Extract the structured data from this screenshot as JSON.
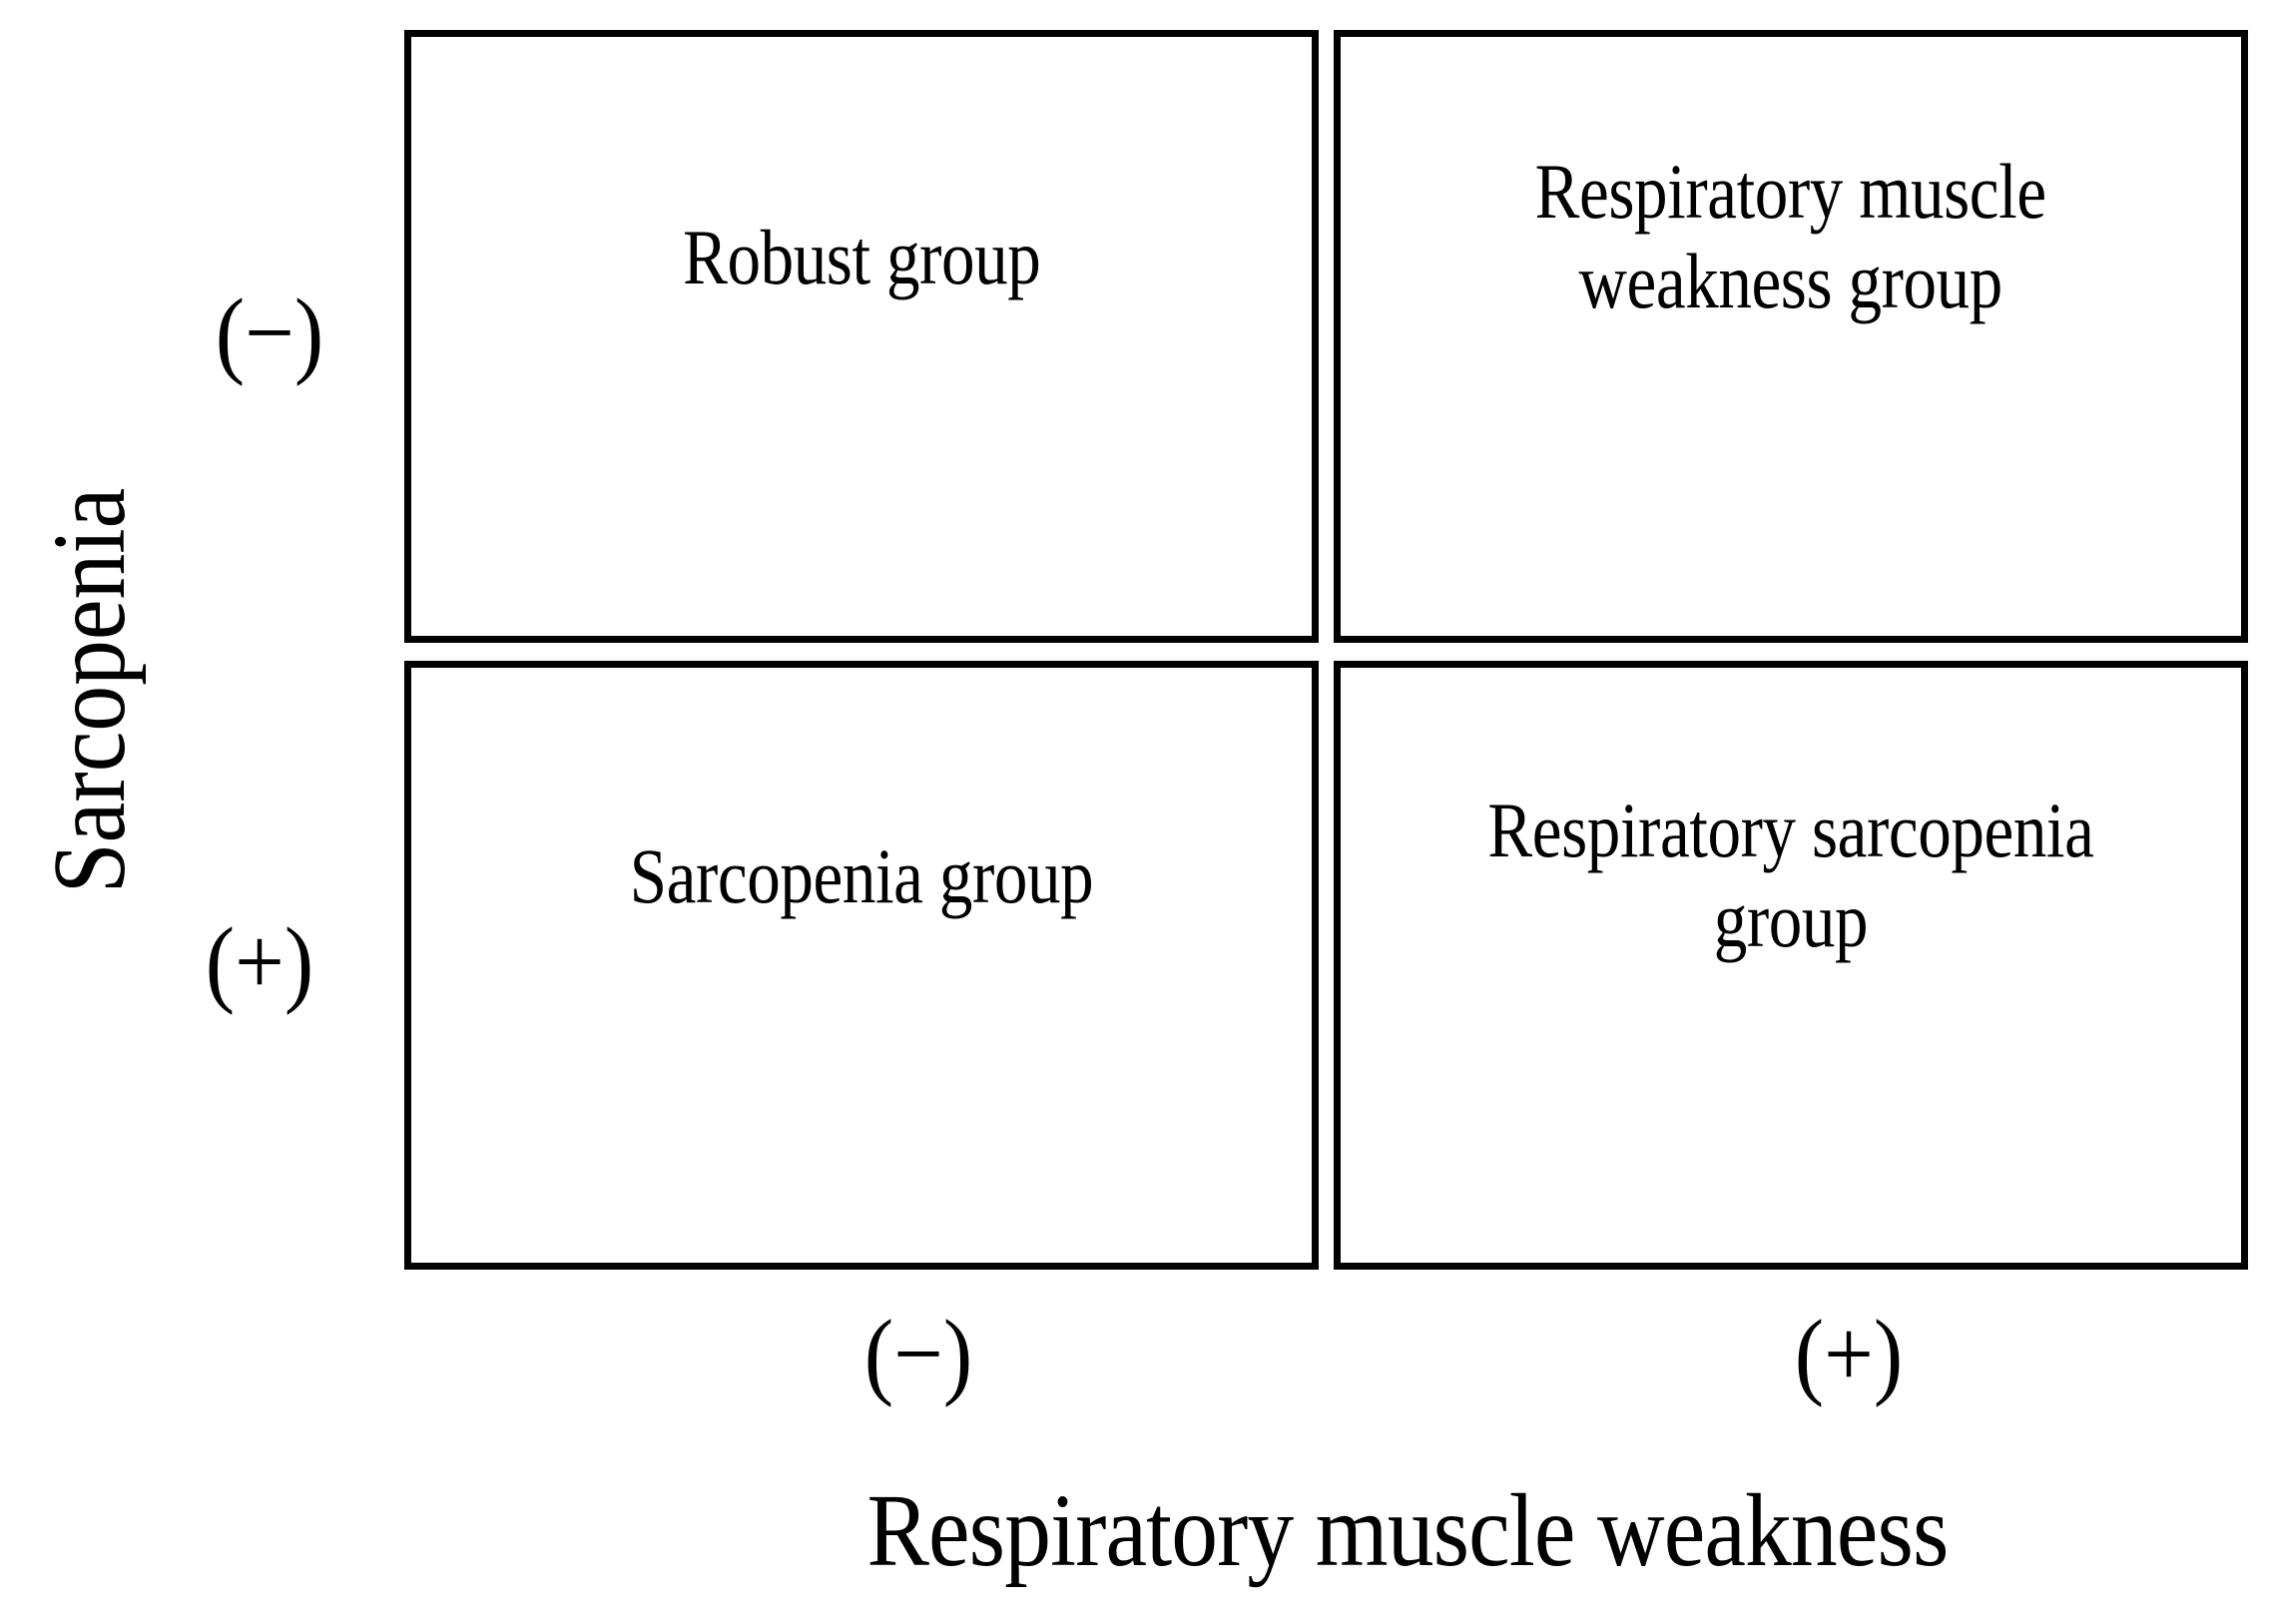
{
  "figure": {
    "type": "2x2-quadrant-matrix",
    "background_color": "#ffffff",
    "line_color": "#000000"
  },
  "axes": {
    "y": {
      "title": "Sarcopenia",
      "orientation": "vertical-rotated-90-ccw",
      "ticks": [
        {
          "label": "(−)",
          "sign": "negative",
          "row": "top"
        },
        {
          "label": "(+)",
          "sign": "positive",
          "row": "bottom"
        }
      ]
    },
    "x": {
      "title": "Respiratory muscle weakness",
      "orientation": "horizontal",
      "ticks": [
        {
          "label": "(−)",
          "sign": "negative",
          "column": "left"
        },
        {
          "label": "(+)",
          "sign": "positive",
          "column": "right"
        }
      ]
    }
  },
  "quadrants": {
    "top_left": {
      "label": "Robust group",
      "sarcopenia": "(−)",
      "respiratory_muscle_weakness": "(−)"
    },
    "top_right": {
      "label": "Respiratory muscle\nweakness group",
      "sarcopenia": "(−)",
      "respiratory_muscle_weakness": "(+)"
    },
    "bottom_left": {
      "label": "Sarcopenia group",
      "sarcopenia": "(+)",
      "respiratory_muscle_weakness": "(−)"
    },
    "bottom_right": {
      "label": "Respiratory sarcopenia\ngroup",
      "sarcopenia": "(+)",
      "respiratory_muscle_weakness": "(+)"
    }
  }
}
